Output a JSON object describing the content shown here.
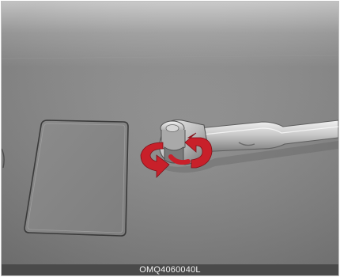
{
  "image": {
    "caption": "OMQ4060040L",
    "depicts": [
      "floor-cover-panel",
      "wrench-tool",
      "rotation-arrows-icon"
    ]
  },
  "colors": {
    "background_top": "#d9d9d9",
    "background_mid": "#8e8e8e",
    "background_bottom": "#7a7a7a",
    "arrow_red": "#c8202a",
    "caption_bar": "#4a4a4a",
    "caption_text": "#f2f2f2"
  }
}
